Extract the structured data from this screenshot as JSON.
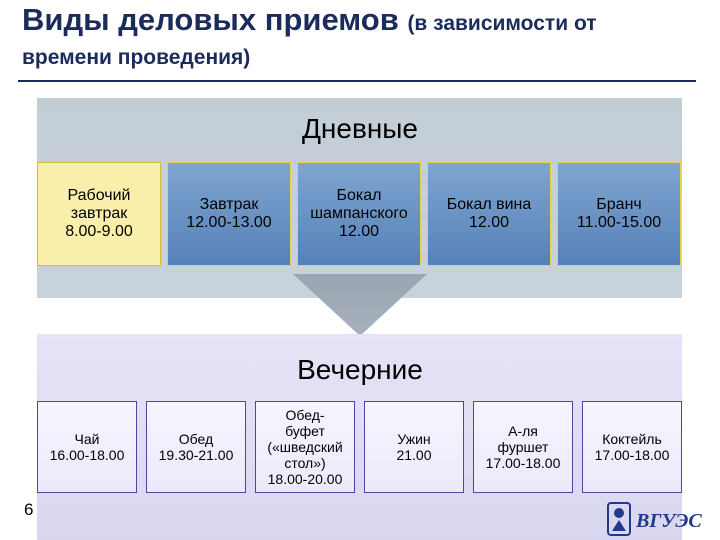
{
  "title": {
    "line1_main": "Виды деловых приемов",
    "line1_sub": "(в зависимости от",
    "line2": "времени проведения)"
  },
  "day": {
    "label": "Дневные",
    "cards": [
      {
        "text": "Рабочий\nзавтрак\n8.00-9.00",
        "highlighted": true
      },
      {
        "text": "Завтрак\n12.00-13.00",
        "highlighted": false
      },
      {
        "text": "Бокал\nшампанского\n12.00",
        "highlighted": false
      },
      {
        "text": "Бокал вина\n12.00",
        "highlighted": false
      },
      {
        "text": "Бранч\n11.00-15.00",
        "highlighted": false
      }
    ]
  },
  "evening": {
    "label": "Вечерние",
    "cards": [
      {
        "text": "Чай\n16.00-18.00"
      },
      {
        "text": "Обед\n19.30-21.00"
      },
      {
        "text": "Обед-\nбуфет\n(«шведский\nстол»)\n18.00-20.00"
      },
      {
        "text": "Ужин\n21.00"
      },
      {
        "text": "А-ля\nфуршет\n17.00-18.00"
      },
      {
        "text": "Коктейль\n17.00-18.00"
      }
    ]
  },
  "footer": {
    "page_number": "6",
    "logo_text": "ВГУЭС",
    "logo_icon": "university-emblem-icon"
  },
  "colors": {
    "title": "#1b2b5b",
    "day_card": "#6a92c4",
    "day_card_highlight": "#f9efab",
    "evening_card_border": "#5b3fa1"
  }
}
